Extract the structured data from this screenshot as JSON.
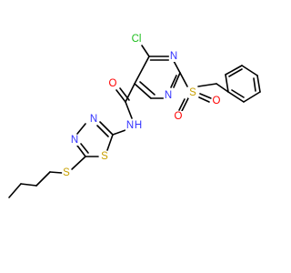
{
  "figure": "chemical-structure",
  "colors": {
    "carbon_bond": "#000000",
    "nitrogen": "#3333ff",
    "oxygen": "#ff0000",
    "sulfur": "#c8a000",
    "chlorine": "#1fbf1f"
  },
  "atoms": {
    "cl": {
      "symbol": "Cl",
      "element": "chlorine"
    },
    "n_pyr_top": {
      "symbol": "N",
      "element": "nitrogen"
    },
    "n_pyr_bottom": {
      "symbol": "N",
      "element": "nitrogen"
    },
    "s_sulfonyl": {
      "symbol": "S",
      "element": "sulfur"
    },
    "o_sulfonyl_left": {
      "symbol": "O",
      "element": "oxygen"
    },
    "o_sulfonyl_right": {
      "symbol": "O",
      "element": "oxygen"
    },
    "o_carbonyl": {
      "symbol": "O",
      "element": "oxygen"
    },
    "n_amide": {
      "symbol": "N",
      "element": "nitrogen"
    },
    "h_amide": {
      "symbol": "H",
      "element": "nitrogen"
    },
    "n_thiadiazole_top": {
      "symbol": "N",
      "element": "nitrogen"
    },
    "n_thiadiazole_left": {
      "symbol": "N",
      "element": "nitrogen"
    },
    "s_thiadiazole": {
      "symbol": "S",
      "element": "sulfur"
    },
    "s_thioether": {
      "symbol": "S",
      "element": "sulfur"
    }
  }
}
